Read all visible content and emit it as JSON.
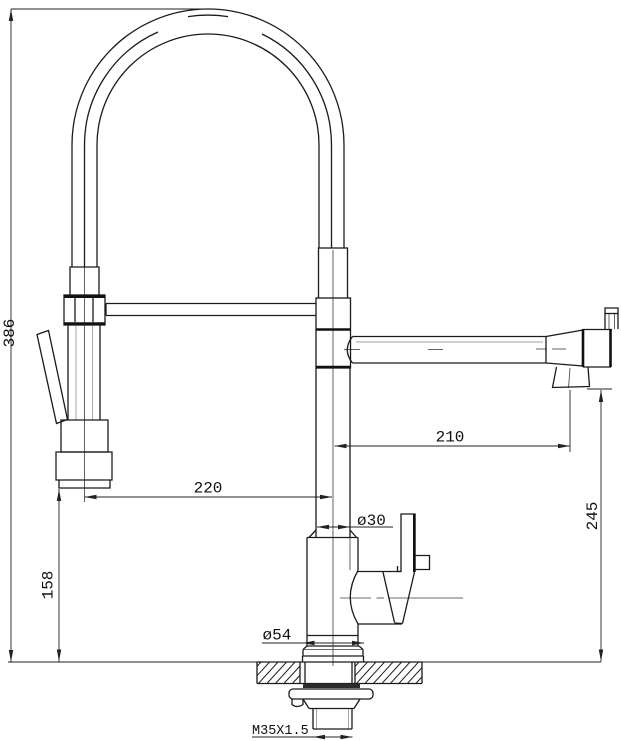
{
  "colors": {
    "background": "#ffffff",
    "line": "#1a1a1a",
    "dimension": "#222222"
  },
  "dimensions": {
    "overall_height": "386",
    "spray_head_to_counter": "158",
    "spray_reach": "220",
    "spout_reach": "210",
    "spout_to_counter": "245",
    "column_diameter": "ø30",
    "base_diameter": "ø54",
    "mounting_thread": "M35X1.5"
  }
}
